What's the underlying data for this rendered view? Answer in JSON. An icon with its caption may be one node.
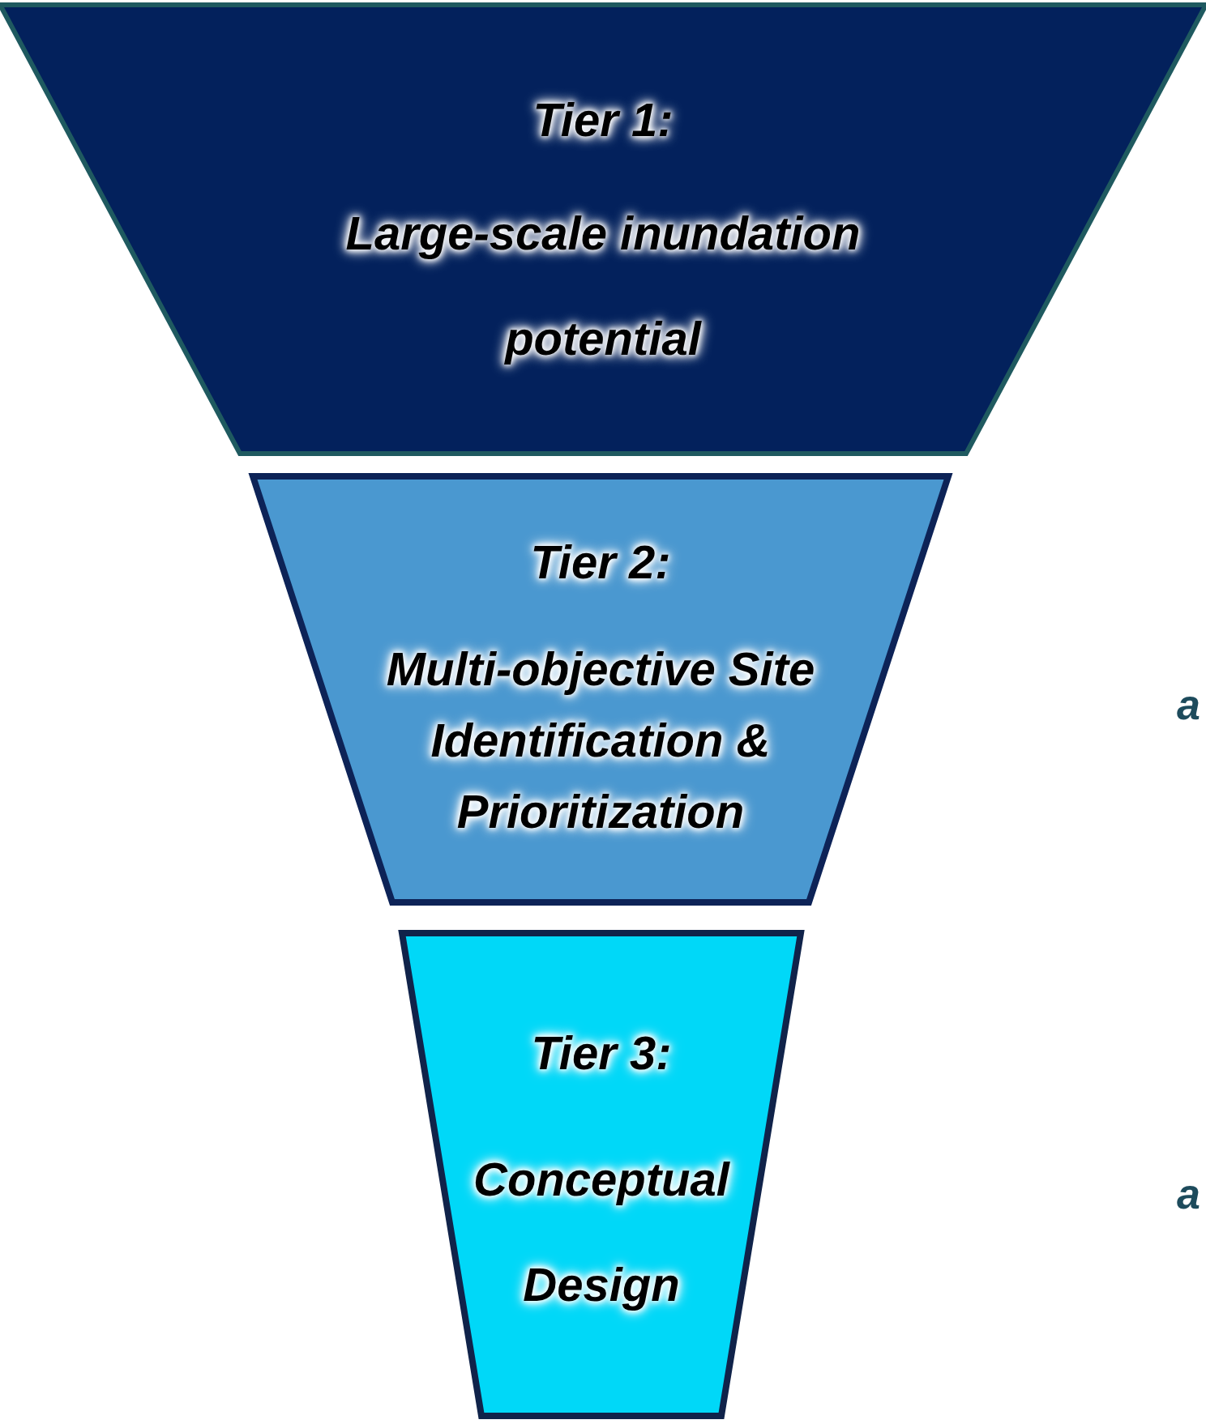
{
  "diagram": {
    "nodes": [
      {
        "text": [
          "Tier 1:",
          "Large-scale inundation potential"
        ]
      },
      {
        "text": [
          "Tier 2:",
          "Multi-objective Site Identification & Prioritization"
        ]
      },
      {
        "text": [
          "Tier 3:",
          "Conceptual Design"
        ]
      }
    ],
    "labels": [
      "a",
      "a"
    ]
  }
}
